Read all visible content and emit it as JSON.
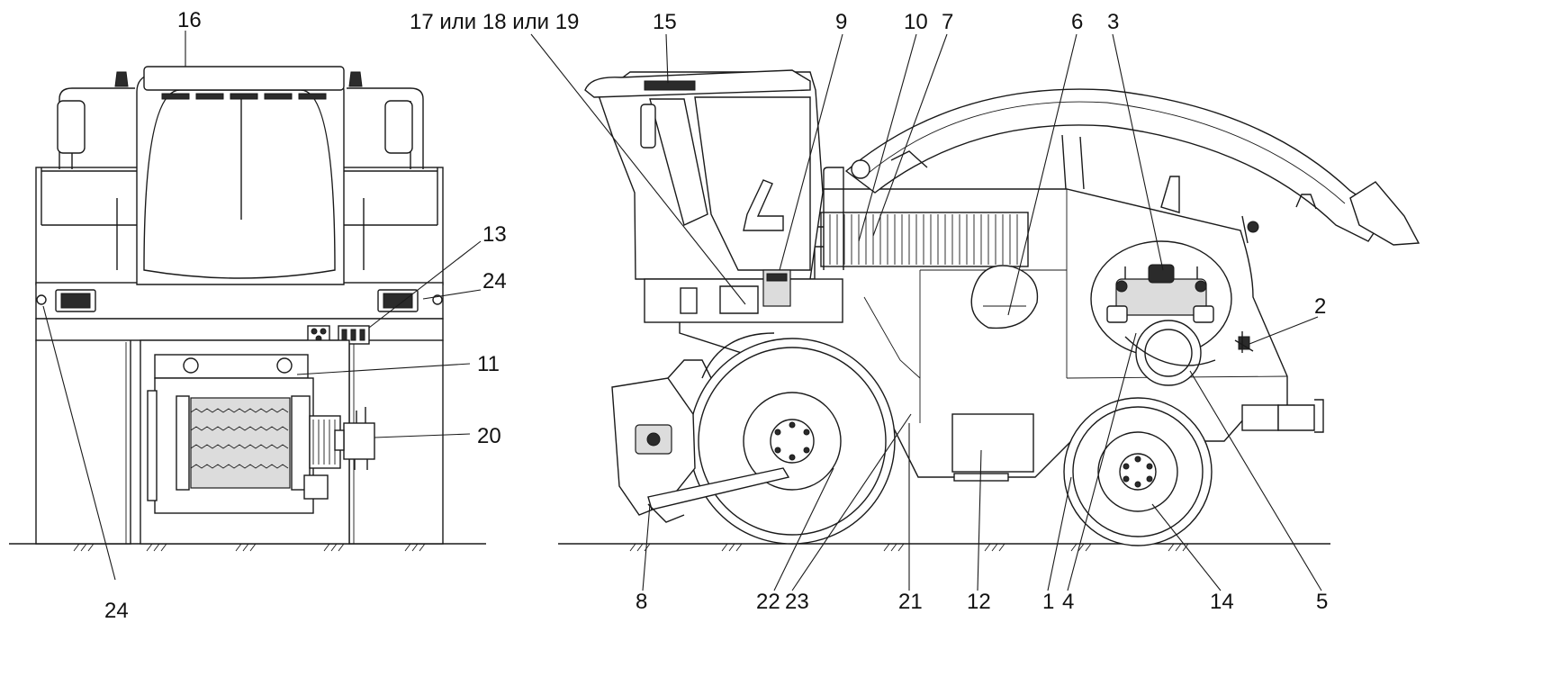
{
  "diagram": {
    "callouts": {
      "c16": "16",
      "c17_18_19": "17 или 18 или 19",
      "c15": "15",
      "c9": "9",
      "c10": "10",
      "c7": "7",
      "c6": "6",
      "c3": "3",
      "c13": "13",
      "c24_right": "24",
      "c2": "2",
      "c11": "11",
      "c20": "20",
      "c8": "8",
      "c22": "22",
      "c23": "23",
      "c21": "21",
      "c12": "12",
      "c1": "1",
      "c4": "4",
      "c14": "14",
      "c5": "5",
      "c24_bottom": "24"
    }
  }
}
